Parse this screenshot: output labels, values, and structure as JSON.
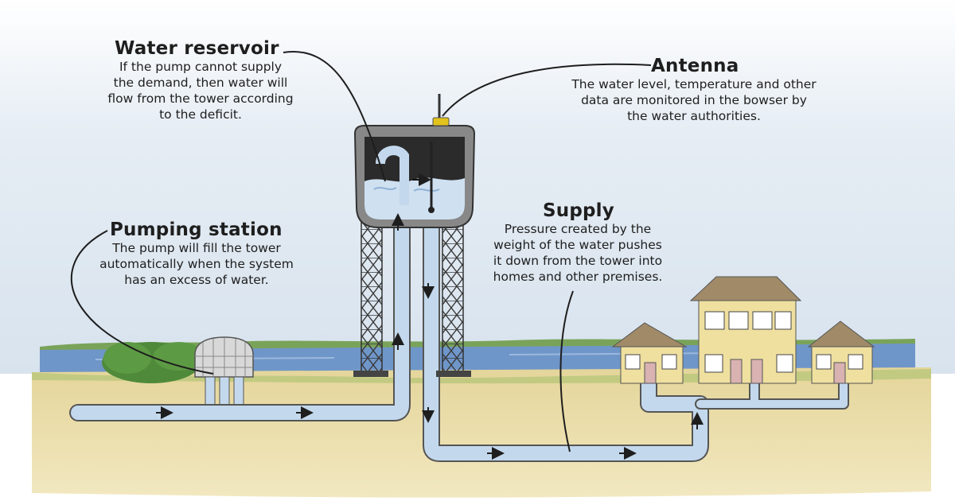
{
  "callouts": {
    "reservoir": {
      "title": "Water reservoir",
      "lines": [
        "If the pump cannot supply",
        "the demand, then water will",
        "flow from the tower according",
        "to the deficit."
      ]
    },
    "antenna": {
      "title": "Antenna",
      "lines": [
        "The water level, temperature and other",
        "data are monitored in the bowser by",
        "the water authorities."
      ]
    },
    "pumping": {
      "title": "Pumping station",
      "lines": [
        "The pump will fill the tower",
        "automatically when the system",
        "has an excess of water."
      ]
    },
    "supply": {
      "title": "Supply",
      "lines": [
        "Pressure created by the",
        "weight of the water pushes",
        "it down from the tower into",
        "homes and other premises."
      ]
    }
  },
  "colors": {
    "sky": "#dfe8f0",
    "water_body": "#6f96c9",
    "ground": "#e9dca4",
    "grass": "#7aa35a",
    "pipe": "#c3d8ec",
    "tank": "#2b2b2b",
    "house_wall": "#efe0a0",
    "roof": "#a08a68",
    "antenna_box": "#e2c21c"
  }
}
